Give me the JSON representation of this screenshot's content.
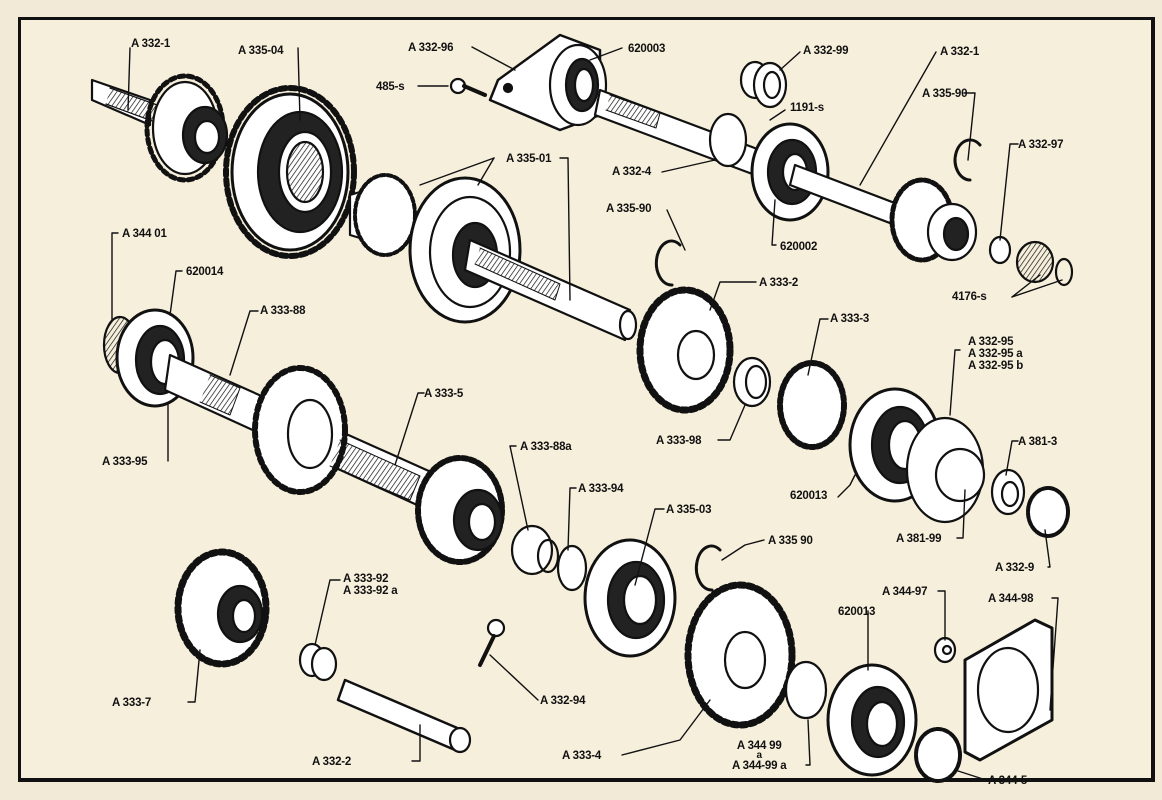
{
  "diagram": {
    "title": "Gearbox exploded view",
    "parts": [
      {
        "id": "p1",
        "label": "A 332-1"
      },
      {
        "id": "p2",
        "label": "A 335-04"
      },
      {
        "id": "p3",
        "label": "A 332-96"
      },
      {
        "id": "p4",
        "label": "485-s"
      },
      {
        "id": "p5",
        "label": "620003"
      },
      {
        "id": "p6",
        "label": "A 332-99"
      },
      {
        "id": "p7",
        "label": "1191-s"
      },
      {
        "id": "p8",
        "label": "A 332-1"
      },
      {
        "id": "p9",
        "label": "A 335-90"
      },
      {
        "id": "p10",
        "label": "A 332-97"
      },
      {
        "id": "p11",
        "label": "A 332-4"
      },
      {
        "id": "p12",
        "label": "A 335-01"
      },
      {
        "id": "p13",
        "label": "A 335-90"
      },
      {
        "id": "p14",
        "label": "620002"
      },
      {
        "id": "p15",
        "label": "4176-s"
      },
      {
        "id": "p16",
        "label": "A 344 01"
      },
      {
        "id": "p17",
        "label": "620014"
      },
      {
        "id": "p18",
        "label": "A 333-88"
      },
      {
        "id": "p19",
        "label": "A 333-2"
      },
      {
        "id": "p20",
        "label": "A 333-3"
      },
      {
        "id": "p21",
        "label": "A 333-95"
      },
      {
        "id": "p22",
        "label": "A 333-5"
      },
      {
        "id": "p23",
        "label": "A 333-98"
      },
      {
        "id": "p24",
        "label": "620013"
      },
      {
        "id": "p25",
        "label": "A 381-3"
      },
      {
        "id": "p26",
        "label": "A 381-99"
      },
      {
        "id": "p27",
        "label": "A 332-9"
      },
      {
        "id": "p28",
        "label": "A 333-88a"
      },
      {
        "id": "p29",
        "label": "A 333-94"
      },
      {
        "id": "p30",
        "label": "A 335-03"
      },
      {
        "id": "p31",
        "label": "A 335 90"
      },
      {
        "id": "p32",
        "label": "A 333-7"
      },
      {
        "id": "p33",
        "label": "A 332-2"
      },
      {
        "id": "p34",
        "label": "A 332-94"
      },
      {
        "id": "p35",
        "label": "A 333-4"
      },
      {
        "id": "p36",
        "label": "620013"
      },
      {
        "id": "p37",
        "label": "A 344-97"
      },
      {
        "id": "p38",
        "label": "A 344-98"
      },
      {
        "id": "p39",
        "label": "A 344-5"
      }
    ],
    "grouped": {
      "washers_332_95": [
        "A 332-95",
        "A 332-95 a",
        "A 332-95 b"
      ],
      "bush_333_92": [
        "A 333-92",
        "A 333-92 a"
      ],
      "shim_344_99": [
        "A 344 99",
        "a",
        "A 344-99 a"
      ]
    }
  },
  "colors": {
    "paper": "#f6efdc",
    "ink": "#111111"
  }
}
